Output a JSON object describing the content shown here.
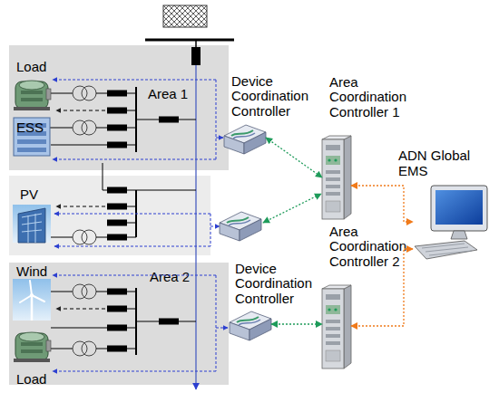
{
  "diagram": {
    "nodes": [
      {
        "text": [
          "Area 1"
        ]
      },
      {
        "text": [
          "Device Coordination Controller"
        ]
      },
      {
        "text": [
          "Area Coordination Controller 1"
        ]
      },
      {
        "text": [
          "ADN Global EMS"
        ]
      },
      {
        "text": [
          "Area 2"
        ]
      },
      {
        "text": [
          "Device Coordination Controller"
        ]
      },
      {
        "text": [
          "Area Coordination Controller 2"
        ]
      }
    ],
    "edges": [
      {
        "from": 1,
        "to": 2,
        "arrow": "both"
      },
      {
        "from": 2,
        "to": 3,
        "arrow": "both"
      },
      {
        "from": 5,
        "to": 6,
        "arrow": "both"
      },
      {
        "from": 6,
        "to": 3,
        "arrow": "both"
      }
    ],
    "labels": [
      "Load",
      "ESS",
      "PV",
      "Wind",
      "Load"
    ]
  }
}
